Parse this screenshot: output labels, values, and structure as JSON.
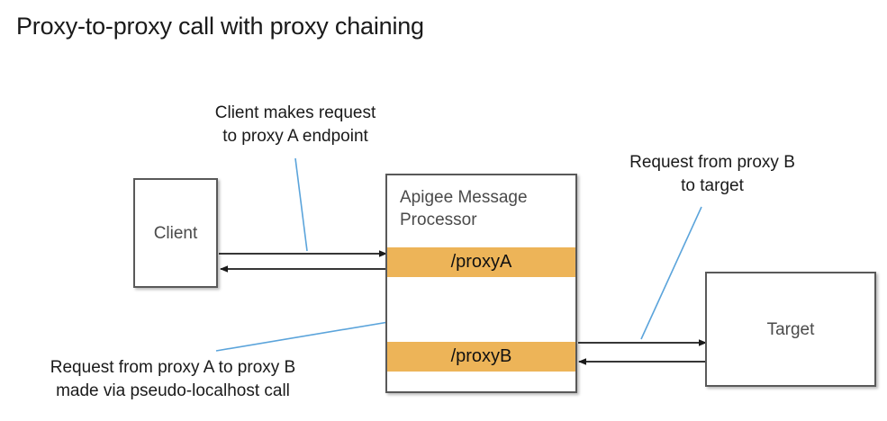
{
  "title": "Proxy-to-proxy call with proxy chaining",
  "colors": {
    "proxy_band": "#EDB458",
    "box_border": "#595959",
    "box_fill": "#FFFFFF",
    "arrow": "#1a1a1a",
    "leader_line": "#5BA4DB",
    "text": "#1a1a1a",
    "muted_text": "#4a4a4a",
    "background": "#FFFFFF"
  },
  "nodes": {
    "client": {
      "label": "Client"
    },
    "target": {
      "label": "Target"
    },
    "message_processor": {
      "title": "Apigee Message\nProcessor",
      "bands": [
        {
          "label": "/proxyA"
        },
        {
          "label": "/proxyB"
        }
      ]
    }
  },
  "callouts": [
    {
      "id": "client-request",
      "text": "Client makes request\nto proxy A endpoint"
    },
    {
      "id": "proxyb-to-target",
      "text": "Request from proxy B\nto target"
    },
    {
      "id": "proxy-chaining",
      "text": "Request from proxy A to proxy B\nmade via pseudo-localhost call"
    }
  ],
  "connectors": [
    {
      "id": "client-to-proxya",
      "from": "client",
      "to": "/proxyA",
      "direction": "right"
    },
    {
      "id": "proxya-to-client",
      "from": "/proxyA",
      "to": "client",
      "direction": "left"
    },
    {
      "id": "proxyb-to-proxya",
      "from": "/proxyB",
      "to": "/proxyA",
      "direction": "up"
    },
    {
      "id": "proxya-to-proxyb",
      "from": "/proxyA",
      "to": "/proxyB",
      "direction": "down"
    },
    {
      "id": "proxyb-to-target",
      "from": "/proxyB",
      "to": "target",
      "direction": "right"
    },
    {
      "id": "target-to-proxyb",
      "from": "target",
      "to": "/proxyB",
      "direction": "left"
    }
  ]
}
